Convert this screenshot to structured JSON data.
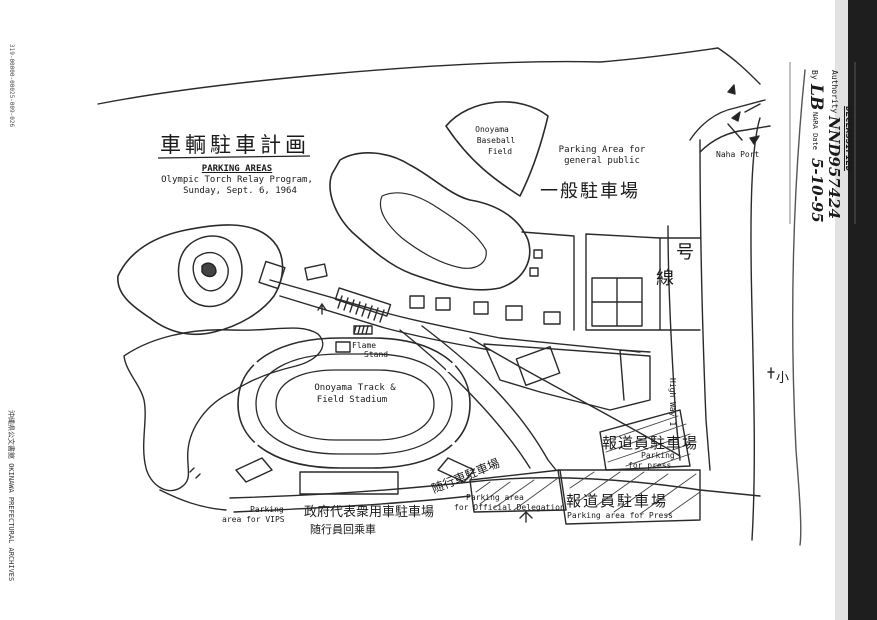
{
  "title": {
    "kanji": "車輌駐車計画",
    "heading": "PARKING AREAS",
    "line1": "Olympic Torch Relay Program,",
    "line2": "Sunday, Sept. 6, 1964"
  },
  "stamp": {
    "declassified": "DECLASSIFIED",
    "authority": "Authority",
    "authority_no": "NND957424",
    "by_line": "By",
    "initials": "LB",
    "nara": "NARA Date",
    "date": "5-10-95"
  },
  "margin": {
    "left_archive": "沖縄県公文書館 OKINAWA PREFECTURAL ARCHIVES",
    "left_ref": "319-00000-00025-009-026"
  },
  "labels": {
    "baseball": [
      "Onoyama",
      "Baseball",
      "Field"
    ],
    "general_public": [
      "Parking Area for",
      "general public"
    ],
    "general_public_kanji": "一般駐車場",
    "naha_port": "Naha Port",
    "route_kanji": [
      "号",
      "線"
    ],
    "highway": "High Way  1",
    "flame_stand": [
      "Flame",
      "Stand"
    ],
    "stadium": [
      "Onoyama Track &",
      "Field Stadium"
    ],
    "press_kanji_top": "報道員駐車場",
    "press_top": [
      "Parking",
      "for press"
    ],
    "parking_vips": [
      "Parking",
      "area for VIPS"
    ],
    "vips_kanji": [
      "政府代表衆用車駐車場",
      "随行員回乘車"
    ],
    "official_kanji": "随行車駐車場",
    "official": [
      "Parking area",
      "for Official Delegation"
    ],
    "press_kanji_bottom": "報道員駐車場",
    "press_bottom": "Parking area for Press",
    "side_kanji": "小"
  }
}
